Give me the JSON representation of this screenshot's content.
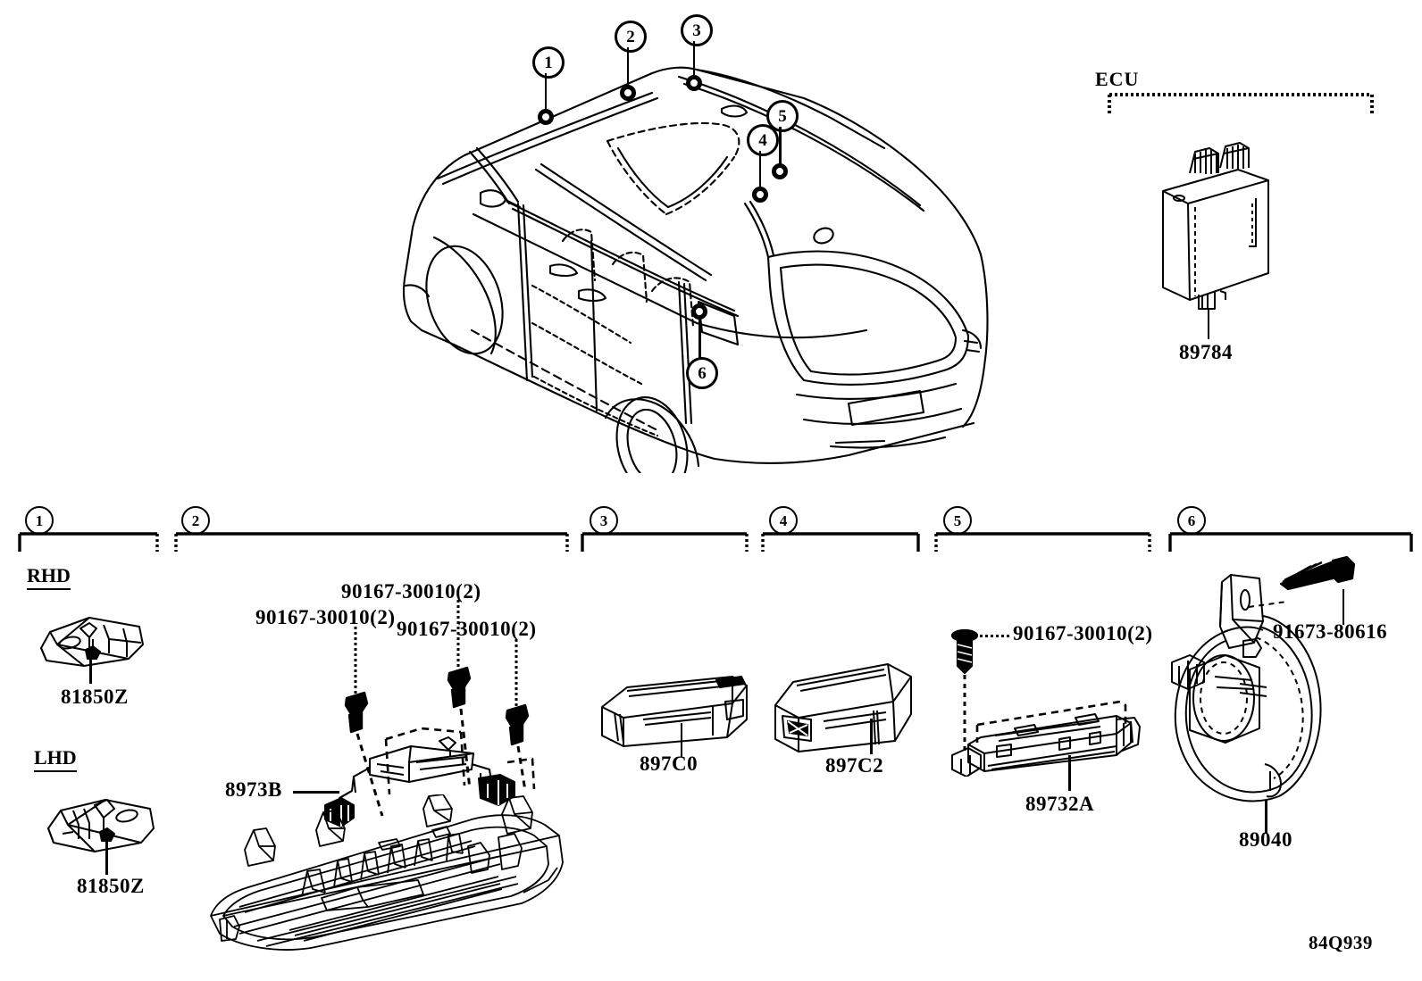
{
  "diagram": {
    "sheet_code": "84Q939",
    "ecu_group_label": "ECU",
    "ecu_part_number": "89784"
  },
  "vehicle_callouts": [
    {
      "id": "1",
      "label": "1"
    },
    {
      "id": "2",
      "label": "2"
    },
    {
      "id": "3",
      "label": "3"
    },
    {
      "id": "4",
      "label": "4"
    },
    {
      "id": "5",
      "label": "5"
    },
    {
      "id": "6",
      "label": "6"
    }
  ],
  "sections": [
    {
      "number": "1",
      "headings": [
        "RHD",
        "LHD"
      ],
      "parts": [
        "81850Z",
        "81850Z"
      ]
    },
    {
      "number": "2",
      "bolts": [
        "90167-30010(2)",
        "90167-30010(2)",
        "90167-30010(2)"
      ],
      "parts": [
        "8973B"
      ]
    },
    {
      "number": "3",
      "parts": [
        "897C0"
      ]
    },
    {
      "number": "4",
      "parts": [
        "897C2"
      ]
    },
    {
      "number": "5",
      "bolts": [
        "90167-30010(2)"
      ],
      "parts": [
        "89732A"
      ]
    },
    {
      "number": "6",
      "bolts": [
        "91673-80616"
      ],
      "parts": [
        "89040"
      ]
    }
  ],
  "labels": {
    "rhd": "RHD",
    "lhd": "LHD",
    "p81850z_rhd": "81850Z",
    "p81850z_lhd": "81850Z",
    "bolt_s2_left": "90167-30010(2)",
    "bolt_s2_mid": "90167-30010(2)",
    "bolt_s2_right": "90167-30010(2)",
    "p8973b": "8973B",
    "p897c0": "897C0",
    "p897c2": "897C2",
    "bolt_s5": "90167-30010(2)",
    "p89732a": "89732A",
    "bolt_s6": "91673-80616",
    "p89040": "89040",
    "ecu": "ECU",
    "p89784": "89784",
    "sheet": "84Q939",
    "sec1": "1",
    "sec2": "2",
    "sec3": "3",
    "sec4": "4",
    "sec5": "5",
    "sec6": "6",
    "co1": "1",
    "co2": "2",
    "co3": "3",
    "co4": "4",
    "co5": "5",
    "co6": "6"
  },
  "colors": {
    "ink": "#000000",
    "paper": "#ffffff"
  }
}
